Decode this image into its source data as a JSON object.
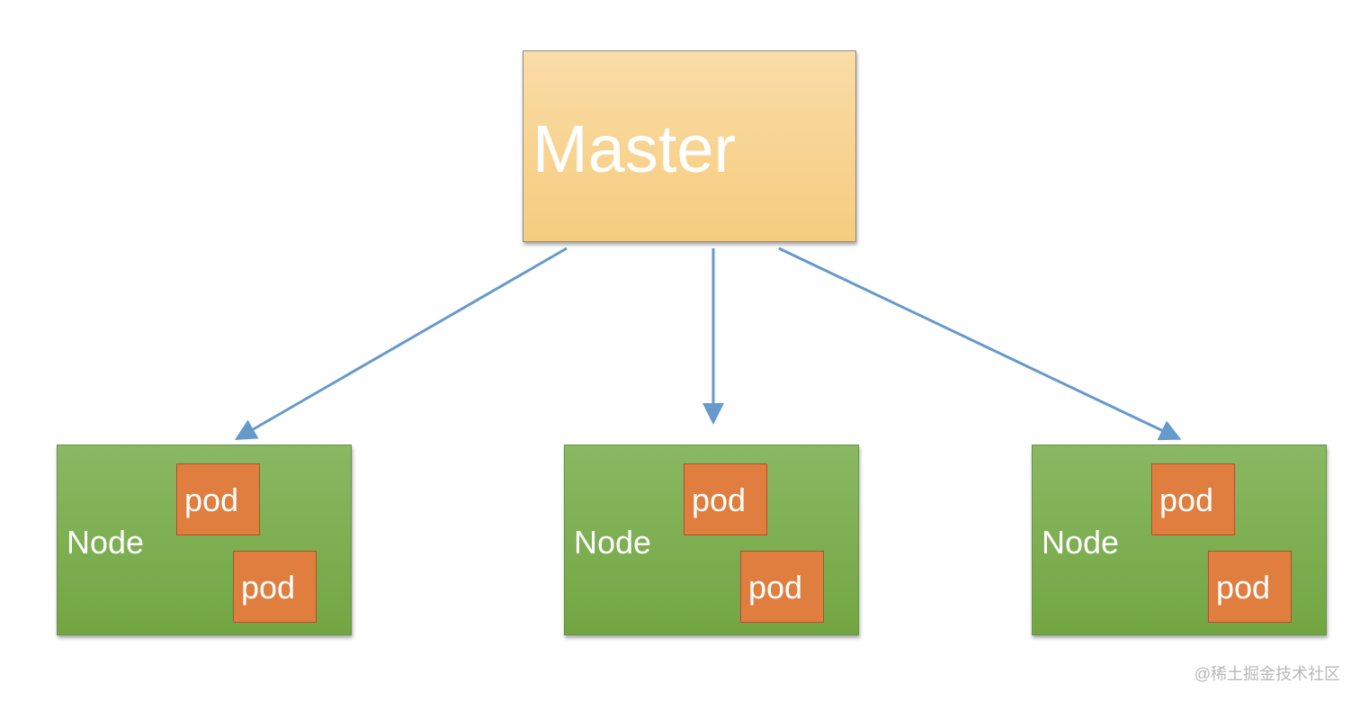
{
  "diagram": {
    "master": {
      "label": "Master"
    },
    "nodes": [
      {
        "label": "Node",
        "pods": [
          "pod",
          "pod"
        ]
      },
      {
        "label": "Node",
        "pods": [
          "pod",
          "pod"
        ]
      },
      {
        "label": "Node",
        "pods": [
          "pod",
          "pod"
        ]
      }
    ],
    "edges": [
      {
        "from": "Master",
        "to": "Node 1"
      },
      {
        "from": "Master",
        "to": "Node 2"
      },
      {
        "from": "Master",
        "to": "Node 3"
      }
    ],
    "colors": {
      "master_fill": "#f8d592",
      "node_fill": "#7daf52",
      "pod_fill": "#e07e3f",
      "arrow": "#6699cc"
    }
  },
  "watermark": "@稀土掘金技术社区"
}
